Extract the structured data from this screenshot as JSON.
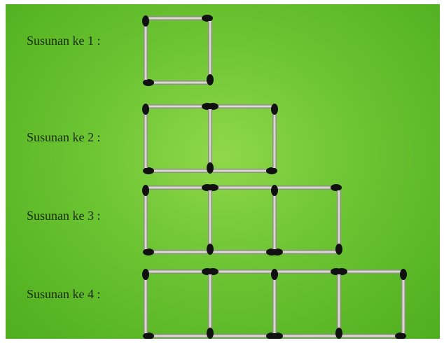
{
  "rows": [
    {
      "label": "Susunan ke 1 :",
      "squares": 1
    },
    {
      "label": "Susunan ke 2 :",
      "squares": 2
    },
    {
      "label": "Susunan ke 3 :",
      "squares": 3
    },
    {
      "label": "Susunan ke 4 :",
      "squares": 4
    }
  ],
  "colors": {
    "background": "#6cc432",
    "stick_body": "#d9d9d2",
    "stick_head": "#111111"
  }
}
